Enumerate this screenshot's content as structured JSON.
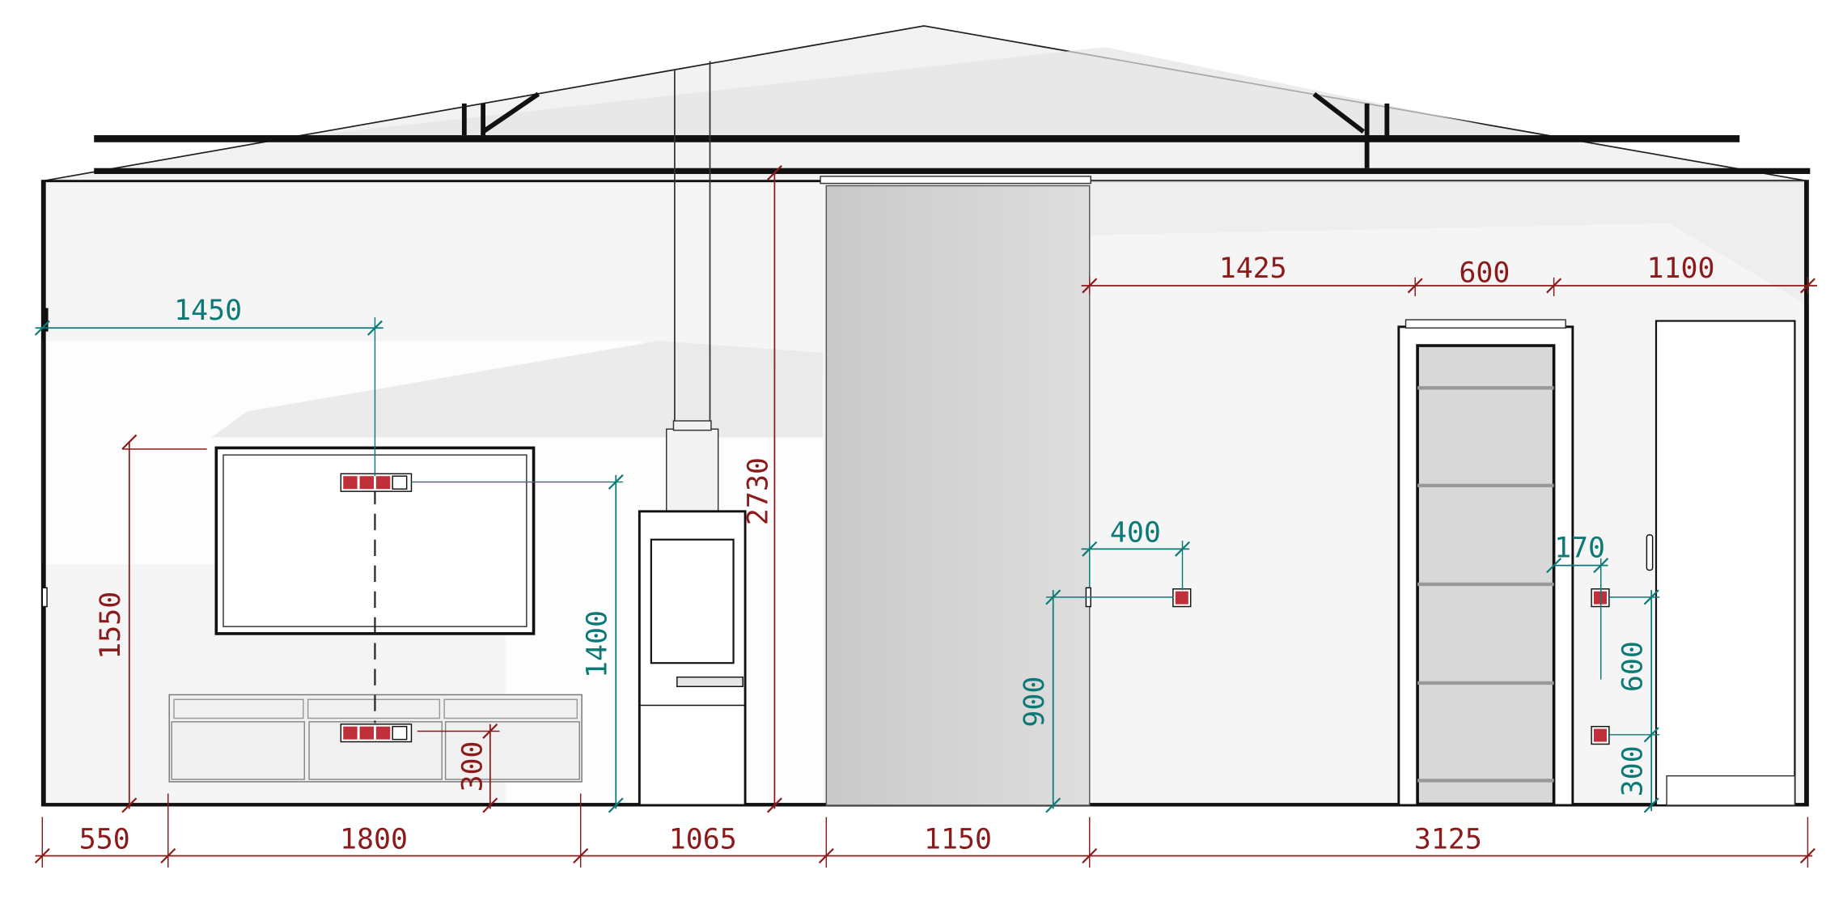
{
  "dims": {
    "bottom": [
      "550",
      "1800",
      "1065",
      "1150",
      "3125"
    ],
    "ceiling_height": "2730",
    "top_right": [
      "1425",
      "600",
      "1100"
    ],
    "tv_offset": "1450",
    "tv_height": "1550",
    "socket_height": "1400",
    "tv_socket_low": "300",
    "switch_offset": "400",
    "switch_height": "900",
    "right_offset": "170",
    "right_spacing": "600",
    "right_low": "300"
  },
  "colors": {
    "red_dim": "#8b1a1a",
    "teal_dim": "#0b7a77",
    "socket": "#c0303a",
    "outline": "#111111"
  }
}
